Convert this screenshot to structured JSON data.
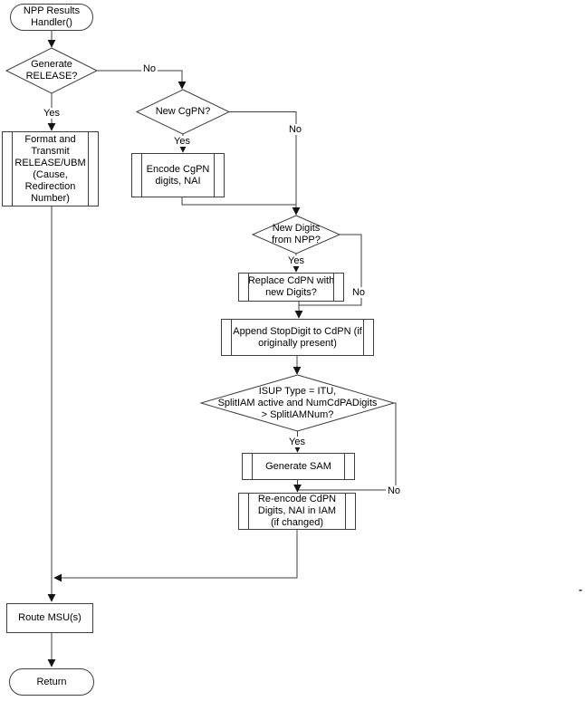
{
  "flowchart": {
    "nodes": {
      "start": "NPP Results\nHandler()",
      "generate_release": "Generate\nRELEASE?",
      "format_transmit": "Format and\nTransmit\nRELEASE/UBM\n(Cause,\nRedirection\nNumber)",
      "new_cgpn": "New CgPN?",
      "encode_cgpn": "Encode CgPN\ndigits, NAI",
      "new_digits_from_npp": "New Digits\nfrom NPP?",
      "replace_cdpn": "Replace CdPN with\nnew Digits?",
      "append_stopdigit": "Append StopDigit to CdPN (if\noriginally present)",
      "isup_split_check": "ISUP Type = ITU,\nSplitIAM active and NumCdPADigits\n> SplitIAMNum?",
      "generate_sam": "Generate SAM",
      "reencode_cdpn": "Re-encode CdPN\nDigits, NAI in IAM\n(if changed)",
      "route_msu": "Route MSU(s)",
      "return": "Return"
    },
    "edge_labels": {
      "generate_release_yes": "Yes",
      "generate_release_no": "No",
      "new_cgpn_yes": "Yes",
      "new_cgpn_no": "No",
      "new_digits_yes": "Yes",
      "new_digits_no": "No",
      "isup_check_yes": "Yes",
      "isup_check_no": "No"
    },
    "colors": {
      "line": "#3f3f3f",
      "arrowhead": "#141414",
      "text": "#000000",
      "node_fill": "#ffffff",
      "background": "#ffffff"
    },
    "stray_mark": "-"
  }
}
